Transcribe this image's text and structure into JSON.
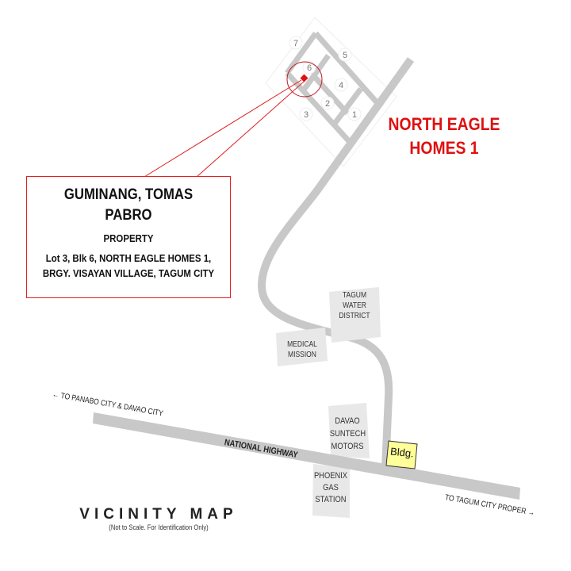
{
  "title": {
    "line1": "NORTH EAGLE",
    "line2": "HOMES 1"
  },
  "callout": {
    "owner_line1": "GUMINANG, TOMAS",
    "owner_line2": "PABRO",
    "type": "PROPERTY",
    "address_line1": "Lot 3, Blk 6, NORTH EAGLE HOMES 1,",
    "address_line2": "BRGY. VISAYAN VILLAGE, TAGUM CITY"
  },
  "blocks": [
    "1",
    "2",
    "3",
    "4",
    "5",
    "6",
    "7"
  ],
  "landmarks": {
    "water": [
      "TAGUM",
      "WATER",
      "DISTRICT"
    ],
    "medical": [
      "MEDICAL",
      "MISSION"
    ],
    "suntech": [
      "DAVAO",
      "SUNTECH",
      "MOTORS"
    ],
    "phoenix": [
      "PHOENIX",
      "GAS",
      "STATION"
    ],
    "bldg": "Bldg."
  },
  "roads": {
    "highway": "NATIONAL HIGHWAY",
    "west": "← TO PANABO CITY & DAVAO CITY",
    "east": "TO TAGUM CITY PROPER →"
  },
  "footer": {
    "title": "VICINITY MAP",
    "note": "(Not to Scale. For Identification Only)"
  },
  "colors": {
    "road": "#c8c8c8",
    "accent": "#e01010",
    "bldg": "#ffff99"
  }
}
